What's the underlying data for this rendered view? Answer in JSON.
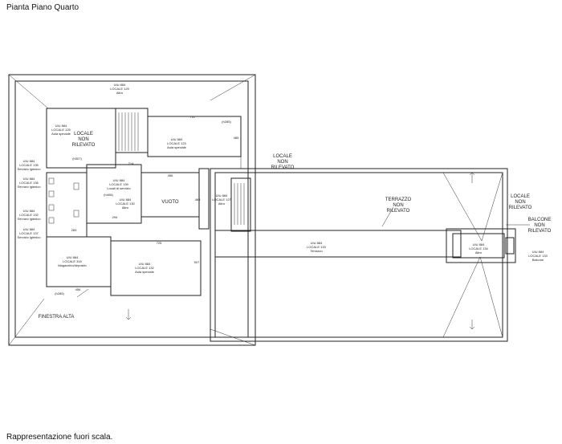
{
  "header": {
    "title": "Pianta Piano Quarto"
  },
  "footer": {
    "note": "Rappresentazione fuori scala."
  },
  "rooms": {
    "aula_125": [
      "UIU 884",
      "LOCALE 125",
      "Aula speciale"
    ],
    "locale_non_rilevato_1": [
      "LOCALE",
      "NON",
      "RILEVATO"
    ],
    "altro_129": [
      "UIU 884",
      "LOCALE 129",
      "Altro"
    ],
    "aula_123": [
      "UIU 884",
      "LOCALE 123",
      "Aula speciale"
    ],
    "servizio_135": [
      "UIU 884",
      "LOCALE 135",
      "Servizio igienico"
    ],
    "servizio_136": [
      "UIU 884",
      "LOCALE 136",
      "Servizio igienico"
    ],
    "servizio_132": [
      "UIU 884",
      "LOCALE 132",
      "Servizio igienico"
    ],
    "servizio_137": [
      "UIU 884",
      "LOCALE 137",
      "Servizio igienico"
    ],
    "locali_139": [
      "UIU 884",
      "LOCALE 139",
      "Locali di servizio"
    ],
    "altro_130": [
      "UIU 884",
      "LOCALE 130",
      "Altro"
    ],
    "vuoto": "VUOTO",
    "altro_127": [
      "UIU 884",
      "LOCALE 127",
      "Altro"
    ],
    "locale_non_rilevato_2": [
      "LOCALE",
      "NON",
      "RILEVATO"
    ],
    "terrazzo_non_rilevato": [
      "TERRAZZO",
      "NON",
      "RILEVATO"
    ],
    "terrazzo_133": [
      "UIU 884",
      "LOCALE 133",
      "Terrazzo"
    ],
    "negozio_316": [
      "UIU 884",
      "LOCALE 316",
      "Magazzino/deposito"
    ],
    "aula_132": [
      "UIU 884",
      "LOCALE 132",
      "Aula speciale"
    ],
    "locale_non_rilevato_3": [
      "LOCALE",
      "NON",
      "RILEVATO"
    ],
    "balcone_non_rilevato": [
      "BALCONE",
      "NON",
      "RILEVATO"
    ],
    "altro_134": [
      "UIU 884",
      "LOCALE 134",
      "Altro"
    ],
    "balcone_133": [
      "UIU 884",
      "LOCALE 133",
      "Balcone"
    ],
    "finestra_alta": "FINESTRA ALTA"
  },
  "dimensions": {
    "d1": "737",
    "d2": "(h285)",
    "d3": "485",
    "d4": "(h307)",
    "d5": "214",
    "d6": "456",
    "d7": "(h408)",
    "d8": "294",
    "d9": "725",
    "d10": "507",
    "d11": "283",
    "d12": "456",
    "d13": "(h285)",
    "d14": "483"
  }
}
